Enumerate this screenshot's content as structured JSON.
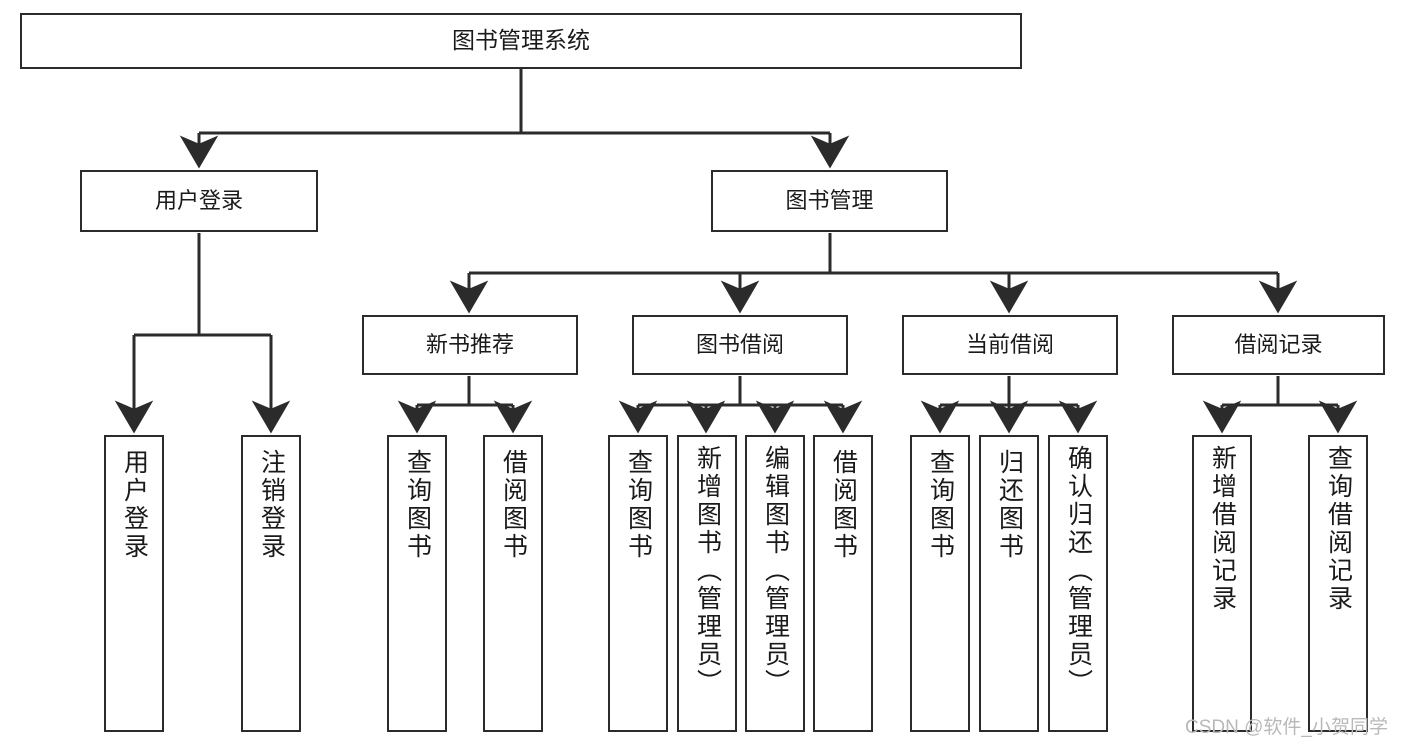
{
  "diagram": {
    "title": "图书管理系统",
    "type": "tree",
    "colors": {
      "border": "#2b2b2b",
      "background": "#ffffff",
      "text": "#1a1a1a",
      "watermark": "#b9b9b9"
    },
    "watermark": "CSDN @软件_小贺同学",
    "root": {
      "label": "图书管理系统",
      "level": 1
    },
    "level2": [
      {
        "label": "用户登录"
      },
      {
        "label": "图书管理"
      }
    ],
    "level3": [
      {
        "label": "新书推荐"
      },
      {
        "label": "图书借阅"
      },
      {
        "label": "当前借阅"
      },
      {
        "label": "借阅记录"
      }
    ],
    "leaves": {
      "user_login": [
        {
          "label": "用户登录"
        },
        {
          "label": "注销登录"
        }
      ],
      "new_book_recommend": [
        {
          "label": "查询图书"
        },
        {
          "label": "借阅图书"
        }
      ],
      "book_borrow": [
        {
          "label": "查询图书"
        },
        {
          "label": "新增图书（管理员）"
        },
        {
          "label": "编辑图书（管理员）"
        },
        {
          "label": "借阅图书"
        }
      ],
      "current_borrow": [
        {
          "label": "查询图书"
        },
        {
          "label": "归还图书"
        },
        {
          "label": "确认归还（管理员）"
        }
      ],
      "borrow_record": [
        {
          "label": "新增借阅记录"
        },
        {
          "label": "查询借阅记录"
        }
      ]
    }
  }
}
